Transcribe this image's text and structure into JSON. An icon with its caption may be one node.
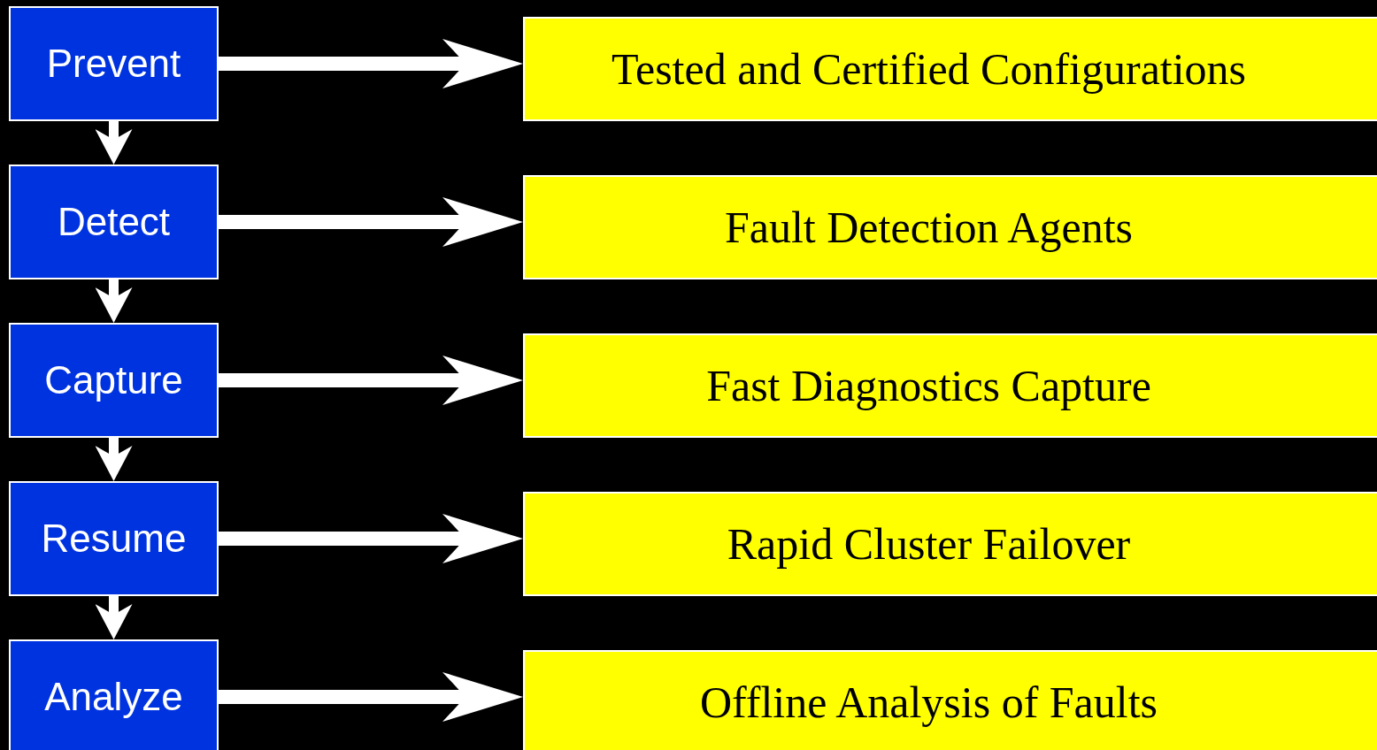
{
  "diagram": {
    "nodes": [
      {
        "text": [
          "Prevent"
        ]
      },
      {
        "text": [
          "Detect"
        ]
      },
      {
        "text": [
          "Capture"
        ]
      },
      {
        "text": [
          "Resume"
        ]
      },
      {
        "text": [
          "Analyze"
        ]
      },
      {
        "text": [
          "Tested and Certified Configurations"
        ]
      },
      {
        "text": [
          "Fault Detection Agents"
        ]
      },
      {
        "text": [
          "Fast Diagnostics Capture"
        ]
      },
      {
        "text": [
          "Rapid Cluster Failover"
        ]
      },
      {
        "text": [
          "Offline Analysis of Faults"
        ]
      }
    ],
    "edges": [
      {
        "from": 0,
        "to": 1,
        "arrow": "to"
      },
      {
        "from": 1,
        "to": 2,
        "arrow": "to"
      },
      {
        "from": 2,
        "to": 3,
        "arrow": "to"
      },
      {
        "from": 3,
        "to": 4,
        "arrow": "to"
      },
      {
        "from": 0,
        "to": 5,
        "arrow": "to"
      },
      {
        "from": 1,
        "to": 6,
        "arrow": "to"
      },
      {
        "from": 2,
        "to": 7,
        "arrow": "to"
      },
      {
        "from": 3,
        "to": 8,
        "arrow": "to"
      },
      {
        "from": 4,
        "to": 9,
        "arrow": "to"
      }
    ]
  }
}
